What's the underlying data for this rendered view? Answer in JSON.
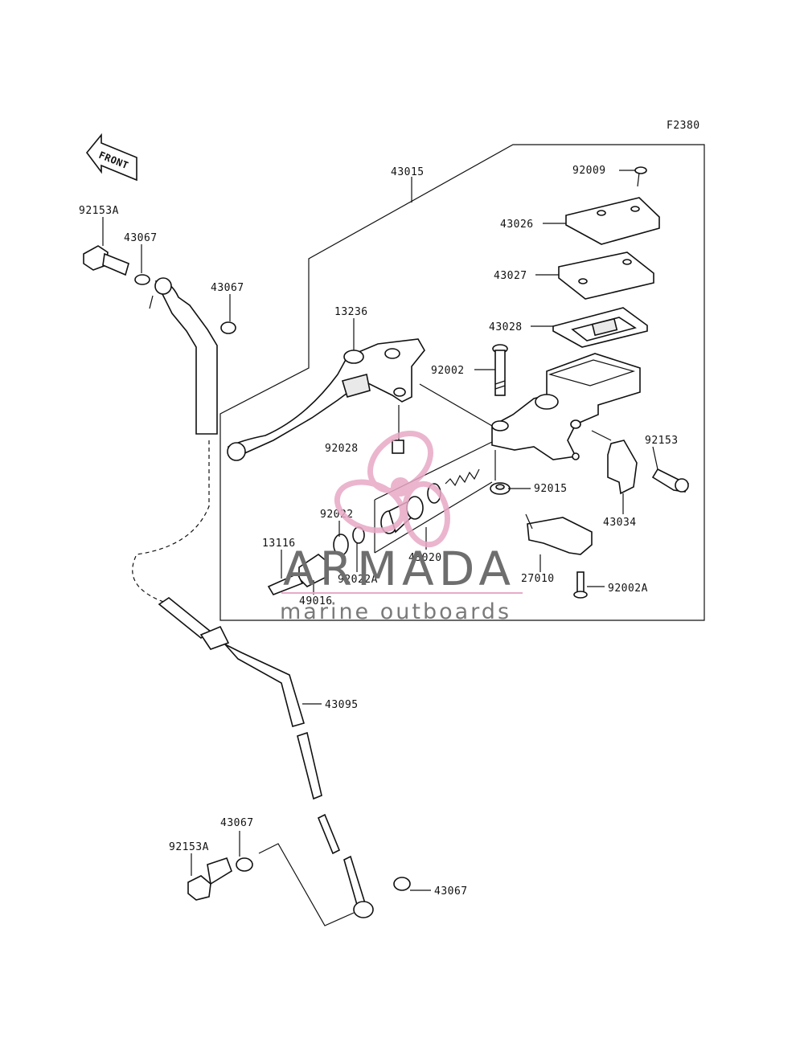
{
  "figure_code": "F2380",
  "front_label": "FRONT",
  "watermark": {
    "brand": "ARMADA",
    "tagline": "marine outboards",
    "accent_color": "#e8a9c6",
    "text_color": "#6e6e6e"
  },
  "callouts": {
    "c43015": "43015",
    "c92009": "92009",
    "c43026": "43026",
    "c43027": "43027",
    "c43028": "43028",
    "c13236": "13236",
    "c92002": "92002",
    "c92028": "92028",
    "c92153": "92153",
    "c92015": "92015",
    "c43034": "43034",
    "c92022": "92022",
    "c13116": "13116",
    "c43020": "43020",
    "c92022A": "92022A",
    "c49016": "49016",
    "c27010": "27010",
    "c92002A": "92002A",
    "c92153A_top": "92153A",
    "c43067_a": "43067",
    "c43067_b": "43067",
    "c43095": "43095",
    "c43067_c": "43067",
    "c92153A_bot": "92153A",
    "c43067_d": "43067"
  }
}
